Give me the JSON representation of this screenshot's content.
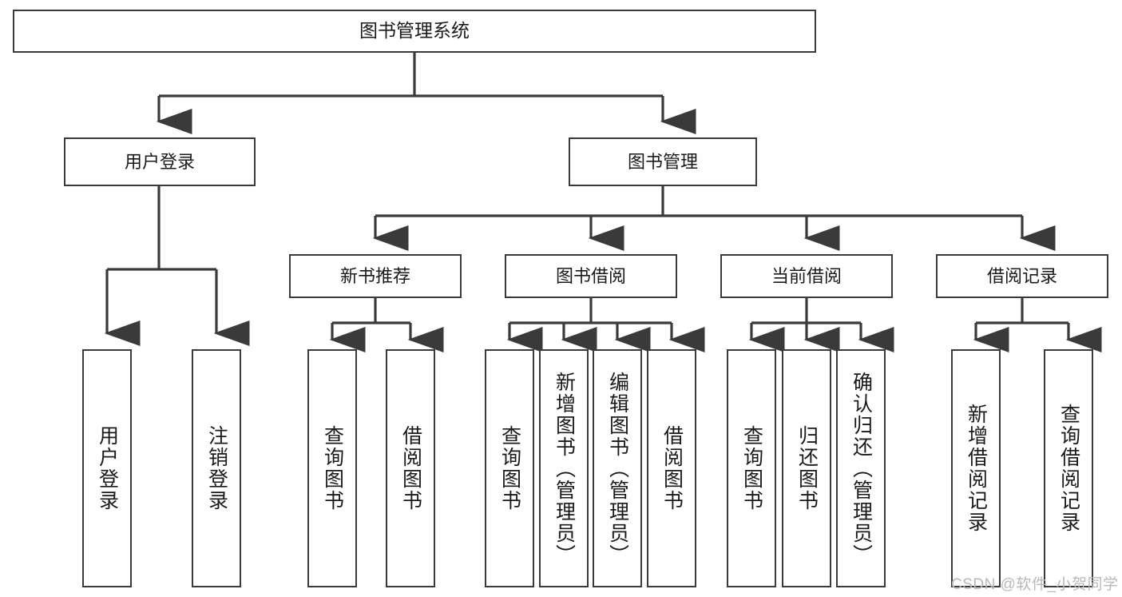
{
  "diagram": {
    "type": "tree-hierarchy-chart",
    "title": "图书管理系统",
    "watermark": "CSDN @软件_小贺同学",
    "colors": {
      "box_border": "#3a3a3a",
      "box_fill": "#ffffff",
      "connector": "#3a3a3a",
      "text": "#1a1a1a",
      "watermark": "#b9b9b9",
      "background": "#ffffff"
    },
    "nodes": {
      "root": {
        "label": "图书管理系统"
      },
      "level2": [
        {
          "label": "用户登录"
        },
        {
          "label": "图书管理"
        }
      ],
      "level3": [
        {
          "label": "新书推荐"
        },
        {
          "label": "图书借阅"
        },
        {
          "label": "当前借阅"
        },
        {
          "label": "借阅记录"
        }
      ],
      "leaves_user_login": [
        {
          "label": "用户登录"
        },
        {
          "label": "注销登录"
        }
      ],
      "leaves_new_book": [
        {
          "label": "查询图书"
        },
        {
          "label": "借阅图书"
        }
      ],
      "leaves_borrow": [
        {
          "label": "查询图书"
        },
        {
          "label": "新增图书（管理员）"
        },
        {
          "label": "编辑图书（管理员）"
        },
        {
          "label": "借阅图书"
        }
      ],
      "leaves_current": [
        {
          "label": "查询图书"
        },
        {
          "label": "归还图书"
        },
        {
          "label": "确认归还（管理员）"
        }
      ],
      "leaves_records": [
        {
          "label": "新增借阅记录"
        },
        {
          "label": "查询借阅记录"
        }
      ]
    }
  }
}
